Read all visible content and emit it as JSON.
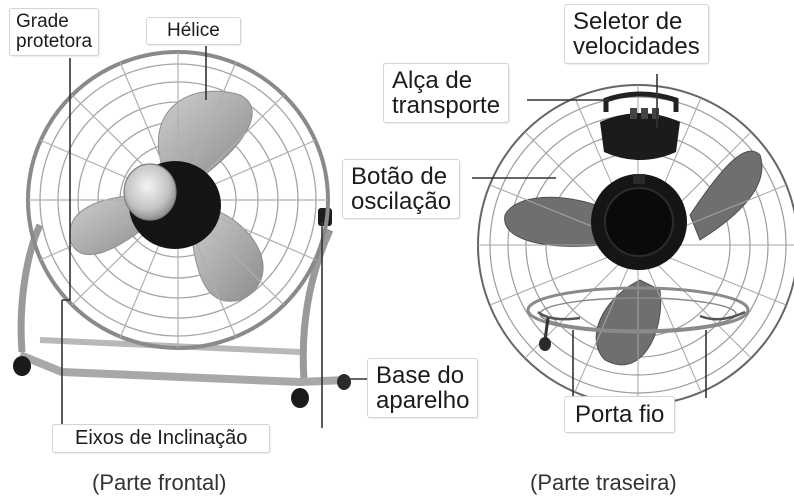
{
  "labels": {
    "grade_protetora": [
      "Grade",
      "protetora"
    ],
    "helice": "Hélice",
    "eixos_inclinacao": "Eixos de Inclinação",
    "seletor_velocidades": [
      "Seletor de",
      "velocidades"
    ],
    "alca_transporte": [
      "Alça de",
      "transporte"
    ],
    "botao_oscilacao": [
      "Botão de",
      "oscilação"
    ],
    "base_aparelho": [
      "Base do",
      "aparelho"
    ],
    "porta_fio": "Porta fio"
  },
  "captions": {
    "front": "(Parte frontal)",
    "back": "(Parte traseira)"
  },
  "colors": {
    "chrome": "#b9b9b9",
    "chrome_dark": "#7a7a7a",
    "blade_front": "#a9a9a9",
    "blade_back": "#6f6f6f",
    "motor": "#161616",
    "label_border": "#d4d4d4"
  }
}
